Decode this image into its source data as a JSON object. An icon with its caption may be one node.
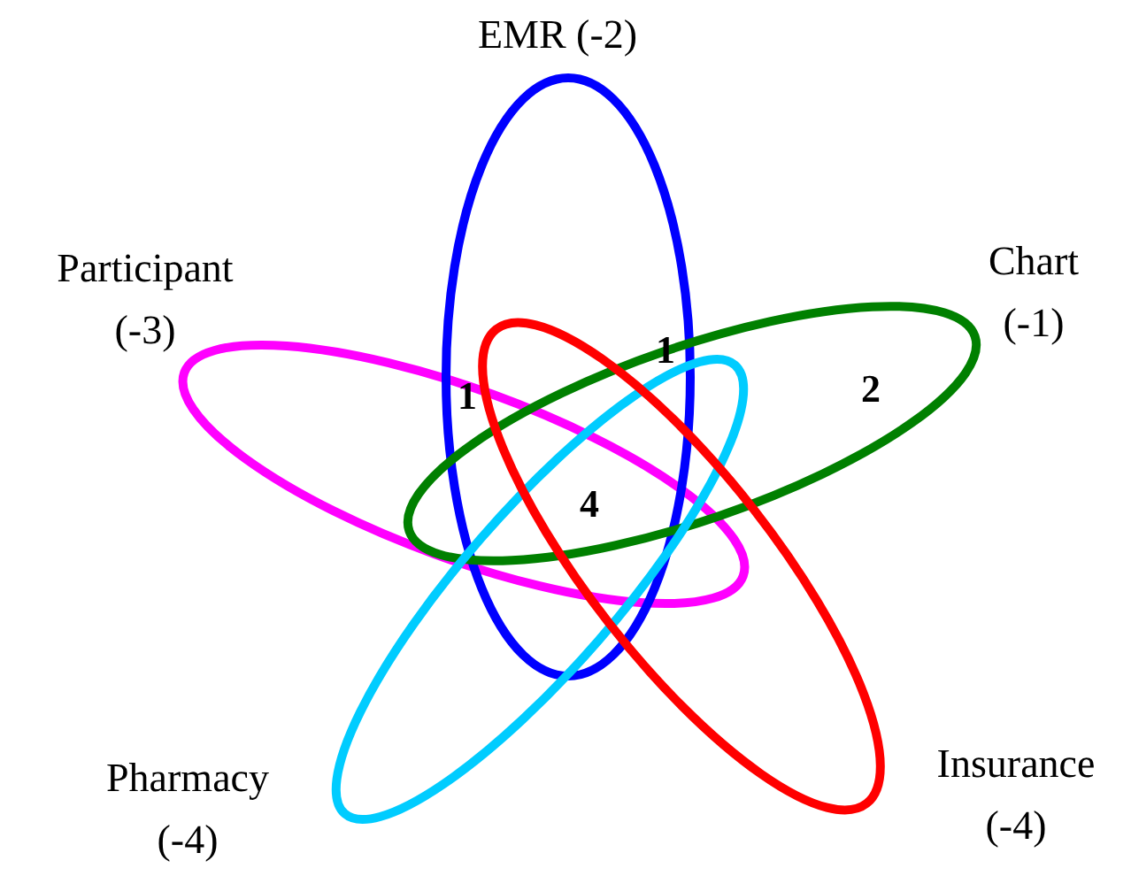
{
  "diagram": {
    "nodes": [
      {
        "text": [
          "Participant (-3)"
        ]
      },
      {
        "text": [
          "EMR (-2)"
        ]
      },
      {
        "text": [
          "Chart (-1)"
        ]
      },
      {
        "text": [
          "Pharmacy (-4)"
        ]
      },
      {
        "text": [
          "Insurance (-4)"
        ]
      }
    ],
    "labels": [
      "1",
      "1",
      "2",
      "4"
    ]
  }
}
